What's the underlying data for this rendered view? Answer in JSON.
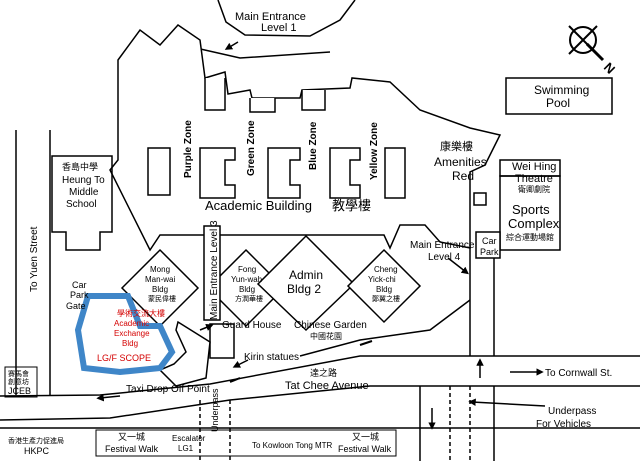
{
  "compass": {
    "label": "N"
  },
  "labels": {
    "main_entrance_l1": [
      "Main Entrance",
      "Level 1"
    ],
    "swimming_pool": [
      "Swimming",
      "Pool"
    ],
    "purple_zone": "Purple Zone",
    "green_zone": "Green Zone",
    "blue_zone": "Blue Zone",
    "yellow_zone": "Yellow Zone",
    "amenities_cn": "康樂樓",
    "amenities": [
      "Amenities",
      "Red"
    ],
    "wei_hing": [
      "Wei Hing",
      "Theatre"
    ],
    "wei_hing_cn": "衛卿劇院",
    "sports_complex": [
      "Sports",
      "Complex"
    ],
    "sports_complex_cn": "綜合運動場館",
    "school_cn": "香島中學",
    "school": [
      "Heung To",
      "Middle",
      "School"
    ],
    "academic_building": "Academic Building",
    "academic_building_cn": "教學樓",
    "main_entrance_l3": "Main Entrance Level 3",
    "main_entrance_l4": [
      "Main Entrance",
      "Level 4"
    ],
    "car_park_right": [
      "Car",
      "Park"
    ],
    "to_yuen_street": "To Yuen Street",
    "mong_man_wai": [
      "Mong",
      "Man-wai",
      "Bldg"
    ],
    "mong_man_wai_cn": "蒙民偉樓",
    "fong_yun_wah": [
      "Fong",
      "Yun-wah",
      "Bldg"
    ],
    "fong_yun_wah_cn": "方潤華樓",
    "admin": [
      "Admin",
      "Bldg 2"
    ],
    "cheng_yick_chi": [
      "Cheng",
      "Yick-chi",
      "Bldg"
    ],
    "cheng_yick_chi_cn": "鄭翼之樓",
    "car_park_gate": [
      "Car",
      "Park",
      "Gate"
    ],
    "academic_exchange_cn": "學術交流大樓",
    "academic_exchange": [
      "Academic",
      "Exchange",
      "Bldg"
    ],
    "lg_scope": "LG/F SCOPE",
    "guard_house": "Guard House",
    "chinese_garden": "Chinese Garden",
    "chinese_garden_cn": "中國花園",
    "kirin_statues": "Kirin statues",
    "taxi_drop_off": "Taxi Drop Off Point",
    "tat_chee_cn": "達之路",
    "tat_chee": "Tat Chee Avenue",
    "cornwall": "To Cornwall St.",
    "underpass_vertical": "Underpass",
    "underpass_vehicles": [
      "Underpass",
      "For Vehicles"
    ],
    "jceb_cn": [
      "賽馬會",
      "創意坊"
    ],
    "jceb": "JCEB",
    "hkpc_cn": "香港生產力促進局",
    "hkpc": "HKPC",
    "festival_walk_cn": "又一城",
    "festival_walk": "Festival Walk",
    "escalator": [
      "Escalator",
      "LG1"
    ],
    "kowloon_tong": "To Kowloon Tong MTR",
    "festival_walk2_cn": "又一城",
    "festival_walk2": "Festival Walk"
  },
  "colors": {
    "scope_highlight": "#3f86c8",
    "exchange_text": "#d40000",
    "line": "#000000"
  }
}
